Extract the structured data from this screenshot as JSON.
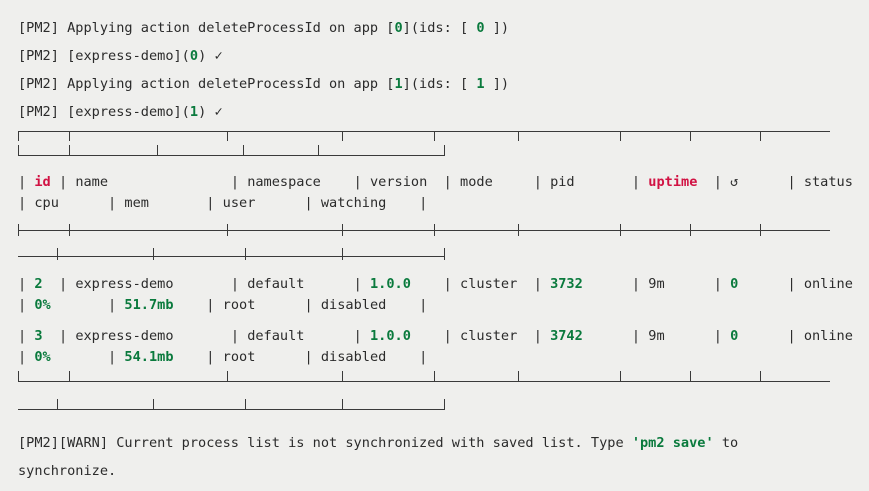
{
  "terminal": {
    "background": "#efefed",
    "foreground": "#2b2b2b",
    "accent_green": "#0a7a3d",
    "accent_red": "#d11243"
  },
  "log_lines": [
    {
      "id": "log-delete-0",
      "segments": [
        {
          "text": "[PM2] Applying action deleteProcessId on app [",
          "color": "default"
        },
        {
          "text": "0",
          "color": "green"
        },
        {
          "text": "](ids: [ ",
          "color": "default"
        },
        {
          "text": "0",
          "color": "green"
        },
        {
          "text": " ])",
          "color": "default"
        }
      ]
    },
    {
      "id": "log-done-0",
      "segments": [
        {
          "text": "[PM2] [express-demo](",
          "color": "default"
        },
        {
          "text": "0",
          "color": "green"
        },
        {
          "text": ") ",
          "color": "default"
        },
        {
          "text": "✓",
          "color": "default"
        }
      ]
    },
    {
      "id": "log-delete-1",
      "segments": [
        {
          "text": "[PM2] Applying action deleteProcessId on app [",
          "color": "default"
        },
        {
          "text": "1",
          "color": "green"
        },
        {
          "text": "](ids: [ ",
          "color": "default"
        },
        {
          "text": "1",
          "color": "green"
        },
        {
          "text": " ])",
          "color": "default"
        }
      ]
    },
    {
      "id": "log-done-1",
      "segments": [
        {
          "text": "[PM2] [express-demo](",
          "color": "default"
        },
        {
          "text": "1",
          "color": "green"
        },
        {
          "text": ") ",
          "color": "default"
        },
        {
          "text": "✓",
          "color": "default"
        }
      ]
    }
  ],
  "process_table": {
    "headers_primary": [
      "id",
      "name",
      "namespace",
      "version",
      "mode",
      "pid",
      "uptime",
      "↺",
      "status"
    ],
    "headers_secondary": [
      "cpu",
      "mem",
      "user",
      "watching"
    ],
    "header_colors": {
      "id": "red",
      "uptime": "red"
    },
    "rows": [
      {
        "id": "2",
        "name": "express-demo",
        "namespace": "default",
        "version": "1.0.0",
        "mode": "cluster",
        "pid": "3732",
        "uptime": "9m",
        "restarts": "0",
        "status": "online",
        "cpu": "0%",
        "mem": "51.7mb",
        "user": "root",
        "watching": "disabled"
      },
      {
        "id": "3",
        "name": "express-demo",
        "namespace": "default",
        "version": "1.0.0",
        "mode": "cluster",
        "pid": "3742",
        "uptime": "9m",
        "restarts": "0",
        "status": "online",
        "cpu": "0%",
        "mem": "54.1mb",
        "user": "root",
        "watching": "disabled"
      }
    ]
  },
  "warning": {
    "prefix": "[PM2][WARN] Current process list is not synchronized with saved list. Type ",
    "command": "'pm2 save'",
    "suffix": " to",
    "continuation": "synchronize."
  }
}
